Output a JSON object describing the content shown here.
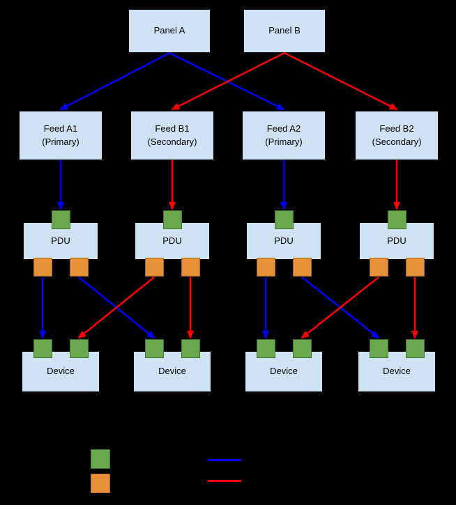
{
  "colors": {
    "box_fill": "#CFE2F3",
    "green": "#6AA84F",
    "orange": "#E69138",
    "blue": "#0000FF",
    "red": "#FF0000"
  },
  "nodes": {
    "panels": [
      {
        "label": "Panel A"
      },
      {
        "label": "Panel B"
      }
    ],
    "feeds": [
      {
        "label": "Feed A1",
        "sublabel": "(Primary)"
      },
      {
        "label": "Feed B1",
        "sublabel": "(Secondary)"
      },
      {
        "label": "Feed A2",
        "sublabel": "(Primary)"
      },
      {
        "label": "Feed B2",
        "sublabel": "(Secondary)"
      }
    ],
    "pdus": [
      {
        "label": "PDU"
      },
      {
        "label": "PDU"
      },
      {
        "label": "PDU"
      },
      {
        "label": "PDU"
      }
    ],
    "devices": [
      {
        "label": "Device"
      },
      {
        "label": "Device"
      },
      {
        "label": "Device"
      },
      {
        "label": "Device"
      }
    ]
  },
  "legend": {
    "swatches": [
      {
        "name": "green-square",
        "color": "green"
      },
      {
        "name": "orange-square",
        "color": "orange"
      }
    ],
    "lines": [
      {
        "name": "blue-line",
        "color": "blue"
      },
      {
        "name": "red-line",
        "color": "red"
      }
    ]
  },
  "edges": [
    {
      "from": "panel-a-out",
      "to": "feed-a1-in",
      "color": "blue"
    },
    {
      "from": "panel-a-out",
      "to": "feed-a2-in",
      "color": "blue"
    },
    {
      "from": "panel-b-out",
      "to": "feed-b1-in",
      "color": "red"
    },
    {
      "from": "panel-b-out",
      "to": "feed-b2-in",
      "color": "red"
    },
    {
      "from": "feed-a1-out",
      "to": "pdu-1-in",
      "color": "blue"
    },
    {
      "from": "feed-b1-out",
      "to": "pdu-2-in",
      "color": "red"
    },
    {
      "from": "feed-a2-out",
      "to": "pdu-3-in",
      "color": "blue"
    },
    {
      "from": "feed-b2-out",
      "to": "pdu-4-in",
      "color": "red"
    },
    {
      "from": "pdu-1-out-l",
      "to": "dev-1-in-l",
      "color": "blue"
    },
    {
      "from": "pdu-1-out-r",
      "to": "dev-2-in-l",
      "color": "blue"
    },
    {
      "from": "pdu-2-out-l",
      "to": "dev-1-in-r",
      "color": "red"
    },
    {
      "from": "pdu-2-out-r",
      "to": "dev-2-in-r",
      "color": "red"
    },
    {
      "from": "pdu-3-out-l",
      "to": "dev-3-in-l",
      "color": "blue"
    },
    {
      "from": "pdu-3-out-r",
      "to": "dev-4-in-l",
      "color": "blue"
    },
    {
      "from": "pdu-4-out-l",
      "to": "dev-3-in-r",
      "color": "red"
    },
    {
      "from": "pdu-4-out-r",
      "to": "dev-4-in-r",
      "color": "red"
    }
  ]
}
